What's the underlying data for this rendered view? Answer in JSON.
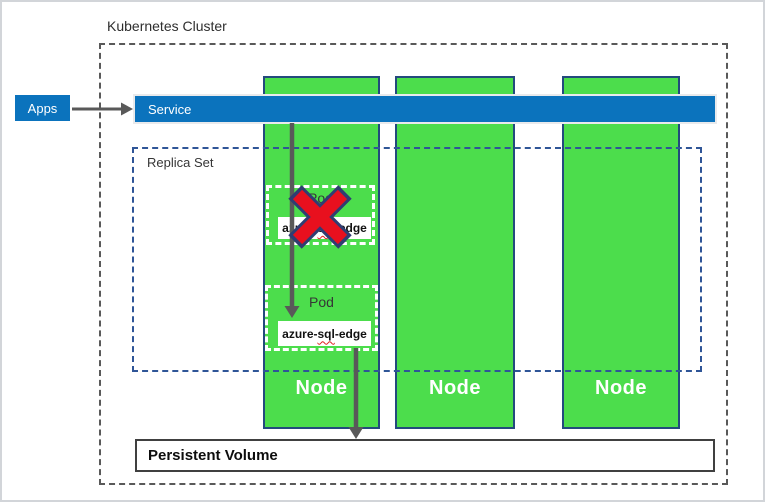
{
  "diagram": {
    "cluster": {
      "label": "Kubernetes Cluster"
    },
    "apps": {
      "label": "Apps"
    },
    "service": {
      "label": "Service"
    },
    "replica_set": {
      "label": "Replica Set"
    },
    "persistent_volume": {
      "label": "Persistent Volume"
    },
    "nodes": [
      {
        "label": "Node"
      },
      {
        "label": "Node"
      },
      {
        "label": "Node"
      }
    ],
    "pods": [
      {
        "label": "Pod",
        "container": {
          "prefix": "azure-",
          "flagged": "sql",
          "suffix": "-edge"
        },
        "status": "failed",
        "overlay_icon": "red-x-failure"
      },
      {
        "label": "Pod",
        "container": {
          "prefix": "azure-",
          "flagged": "sql",
          "suffix": "-edge"
        },
        "status": "running"
      }
    ],
    "colors": {
      "brand_blue": "#0b73bd",
      "node_green": "#4cdd4c",
      "node_border": "#234a7d",
      "replica_set_border": "#2f5597",
      "cluster_border": "#595959",
      "arrow_gray": "#595959",
      "error_red": "#e8101e",
      "error_outline": "#303d72",
      "spellcheck_red": "#e02020",
      "persistent_volume_border": "#404040"
    }
  }
}
